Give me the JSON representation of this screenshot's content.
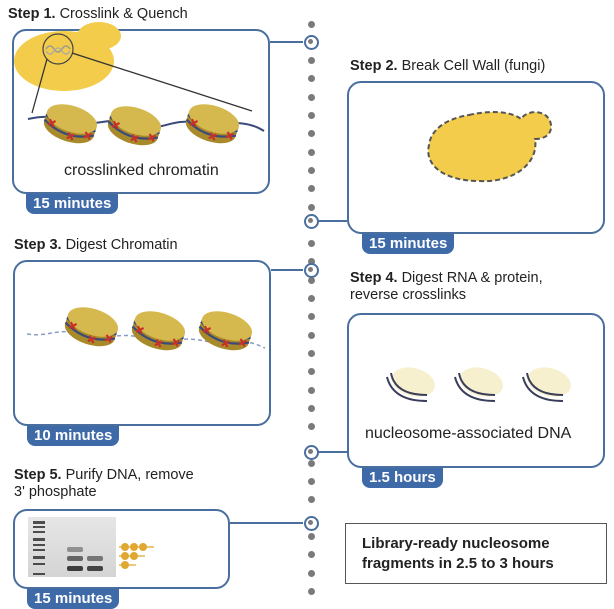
{
  "steps": [
    {
      "number": "Step 1.",
      "title": "Crosslink & Quench",
      "caption": "crosslinked chromatin",
      "duration": "15 minutes"
    },
    {
      "number": "Step 2.",
      "title": "Break Cell Wall (fungi)",
      "duration": "15 minutes"
    },
    {
      "number": "Step 3.",
      "title": "Digest Chromatin",
      "duration": "10 minutes"
    },
    {
      "number": "Step 4.",
      "title_line1": "Digest RNA & protein,",
      "title_line2": "reverse crosslinks",
      "caption": "nucleosome-associated DNA",
      "duration": "1.5 hours"
    },
    {
      "number": "Step 5.",
      "title_line1": "Purify DNA, remove",
      "title_line2": "3' phosphate",
      "duration": "15 minutes"
    }
  ],
  "result": {
    "line1": "Library-ready nucleosome",
    "line2": "fragments in 2.5 to 3 hours"
  },
  "colors": {
    "panel_border": "#4a6f9e",
    "badge": "#3f6aa8",
    "cell_yellow": "#f2cc4a",
    "nucleosome": "#c9a93a",
    "crosslink": "#c8302a",
    "dna": "#3a4a7a"
  }
}
